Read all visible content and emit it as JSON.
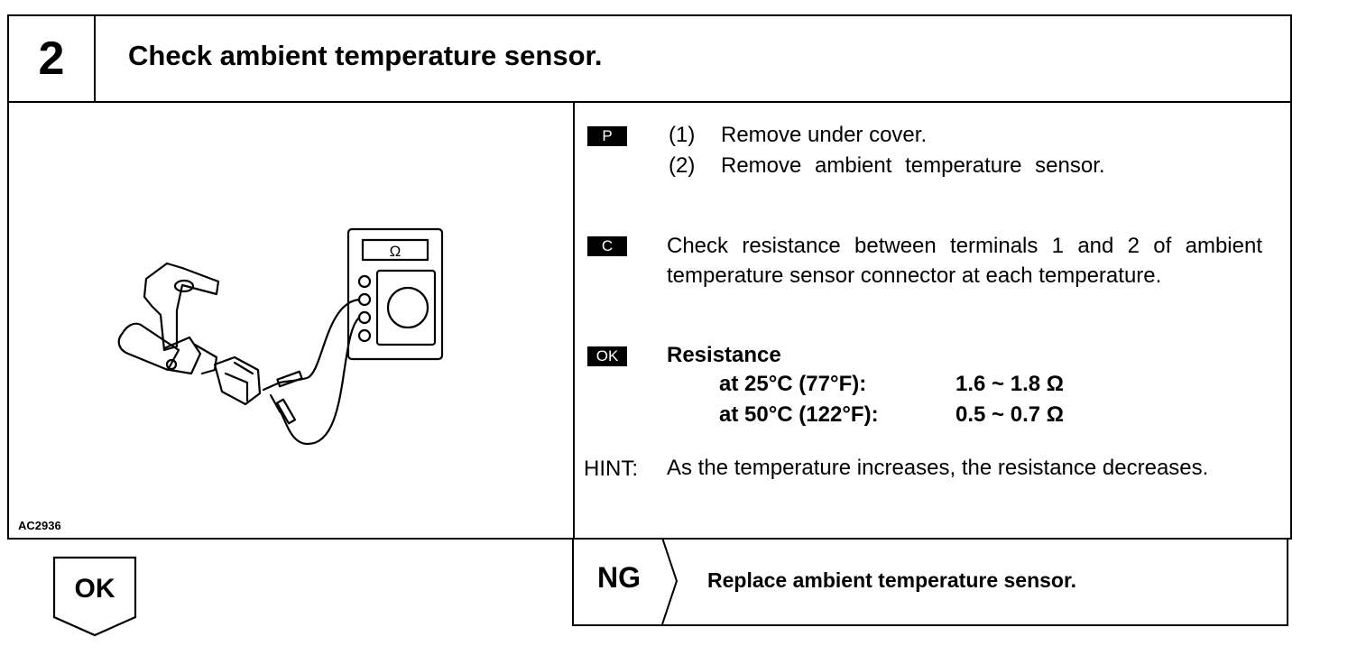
{
  "step": {
    "number": "2",
    "title": "Check ambient temperature sensor."
  },
  "figure": {
    "code": "AC2936",
    "meter_label": "Ω"
  },
  "instructions": {
    "prep_tag": "P",
    "prep_steps": [
      {
        "num": "(1)",
        "text": "Remove under cover."
      },
      {
        "num": "(2)",
        "text": "Remove ambient temperature sensor."
      }
    ],
    "check_tag": "C",
    "check_text": "Check resistance between terminals 1 and 2 of ambient temperature sensor connector at each temperature.",
    "ok_tag": "OK",
    "spec_title": "Resistance",
    "specs": [
      {
        "condition": "at 25°C (77°F):",
        "value": "1.6 ~ 1.8 Ω"
      },
      {
        "condition": "at 50°C (122°F):",
        "value": "0.5 ~ 0.7 Ω"
      }
    ],
    "hint_label": "HINT:",
    "hint_text": "As the temperature increases, the resistance decreases."
  },
  "result": {
    "ok_label": "OK",
    "ng_label": "NG",
    "ng_action": "Replace ambient temperature sensor."
  }
}
